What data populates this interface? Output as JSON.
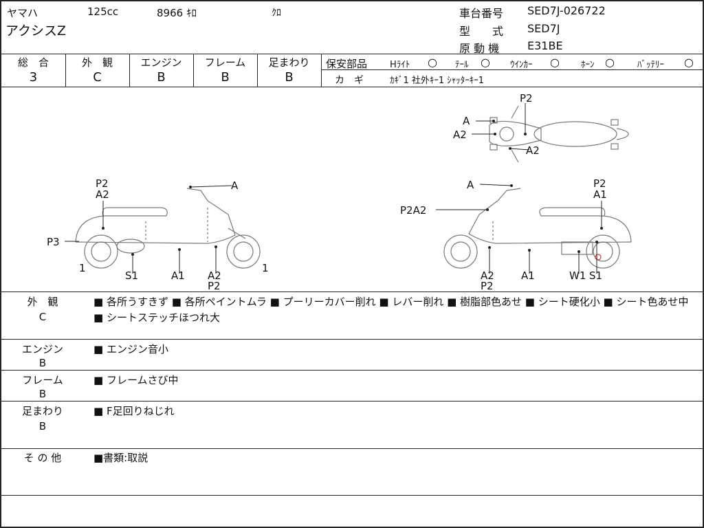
{
  "header": {
    "maker": "ヤマハ",
    "displacement": "125cc",
    "mileage": "8966 ｷﾛ",
    "color": "ｸﾛ",
    "model_name": "アクシスZ",
    "frame_no_label": "車台番号",
    "frame_no": "SED7J-026722",
    "type_label": "型　　式",
    "type": "SED7J",
    "engine_label": "原 動 機",
    "engine": "E31BE"
  },
  "grades": [
    {
      "label": "総　合",
      "value": "3"
    },
    {
      "label": "外　観",
      "value": "C"
    },
    {
      "label": "エンジン",
      "value": "B"
    },
    {
      "label": "フレーム",
      "value": "B"
    },
    {
      "label": "足まわり",
      "value": "B"
    }
  ],
  "safety": {
    "label": "保安部品",
    "items": [
      {
        "name": "Hﾗｲﾄ",
        "mark": "○"
      },
      {
        "name": "ﾃｰﾙ",
        "mark": "○"
      },
      {
        "name": "ｳｲﾝｶｰ",
        "mark": "○"
      },
      {
        "name": "ﾎｰﾝ",
        "mark": "○"
      },
      {
        "name": "ﾊﾞｯﾃﾘｰ",
        "mark": "○"
      }
    ],
    "key_label": "カ　ギ",
    "keys": "ｶｷﾞ1 社外ｷｰ1 ｼｬｯﾀｰｷｰ1"
  },
  "diagram": {
    "top": [
      "P2",
      "A",
      "A2",
      "A2"
    ],
    "left": [
      "P2",
      "A2",
      "A",
      "P3",
      "1",
      "S1",
      "A1",
      "A2",
      "P2",
      "1"
    ],
    "right": [
      "A",
      "P2",
      "A1",
      "P2A2",
      "A2",
      "P2",
      "A1",
      "W1",
      "S1"
    ]
  },
  "notes": [
    {
      "title": "外　観",
      "grade": "C",
      "text": "■ 各所うすきず ■ 各所ペイントムラ ■ プーリーカバー削れ ■ レバー削れ ■ 樹脂部色あせ ■ シート硬化小 ■ シート色あせ中 ■ シートステッチほつれ大"
    },
    {
      "title": "エンジン",
      "grade": "B",
      "text": "■ エンジン音小"
    },
    {
      "title": "フレーム",
      "grade": "B",
      "text": "■ フレームさび中"
    },
    {
      "title": "足まわり",
      "grade": "B",
      "text": "■ F足回りねじれ"
    },
    {
      "title": "そ の 他",
      "grade": "",
      "text": "■書類:取説"
    }
  ]
}
